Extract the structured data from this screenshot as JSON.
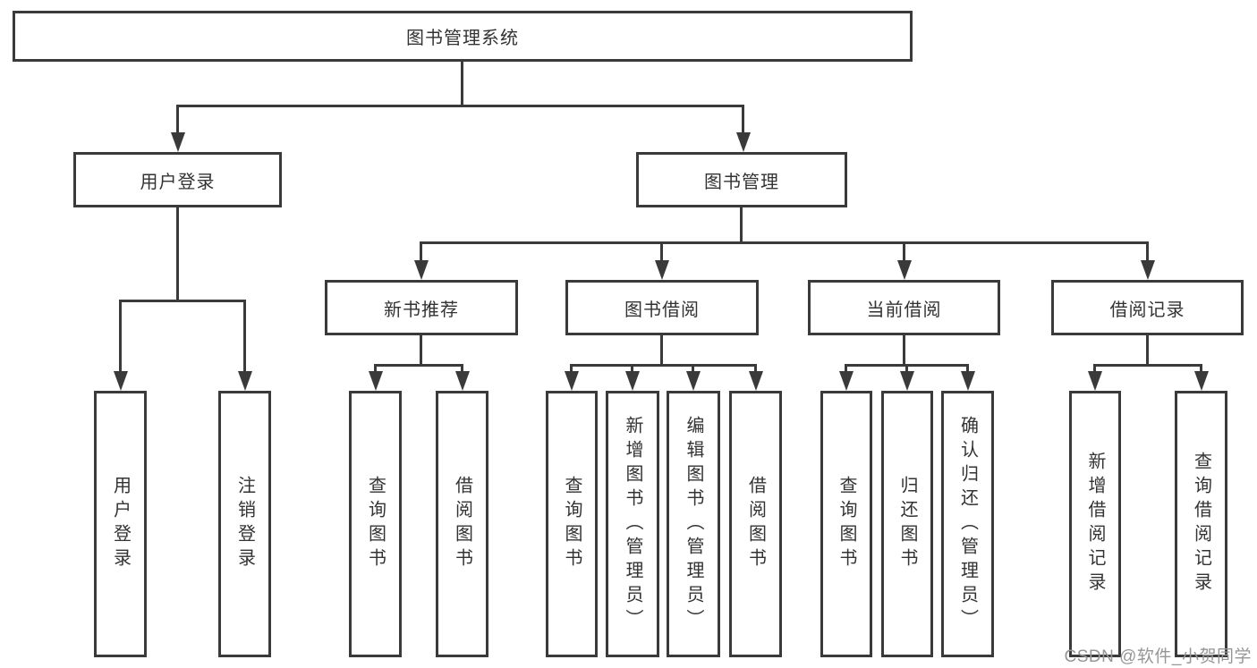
{
  "root": {
    "label": "图书管理系统"
  },
  "branches": [
    {
      "label": "用户登录",
      "children": [
        {
          "label": "用户登录"
        },
        {
          "label": "注销登录"
        }
      ]
    },
    {
      "label": "图书管理",
      "children": [
        {
          "label": "新书推荐",
          "children": [
            {
              "label": "查询图书"
            },
            {
              "label": "借阅图书"
            }
          ]
        },
        {
          "label": "图书借阅",
          "children": [
            {
              "label": "查询图书"
            },
            {
              "label": "新增图书（管理员）"
            },
            {
              "label": "编辑图书（管理员）"
            },
            {
              "label": "借阅图书"
            }
          ]
        },
        {
          "label": "当前借阅",
          "children": [
            {
              "label": "查询图书"
            },
            {
              "label": "归还图书"
            },
            {
              "label": "确认归还（管理员）"
            }
          ]
        },
        {
          "label": "借阅记录",
          "children": [
            {
              "label": "新增借阅记录"
            },
            {
              "label": "查询借阅记录"
            }
          ]
        }
      ]
    }
  ],
  "watermark": {
    "text": "CSDN @软件_小贺同学"
  },
  "colors": {
    "line": "#3a3a3a",
    "text": "#333333",
    "watermark": "#969696",
    "background": "#ffffff"
  }
}
